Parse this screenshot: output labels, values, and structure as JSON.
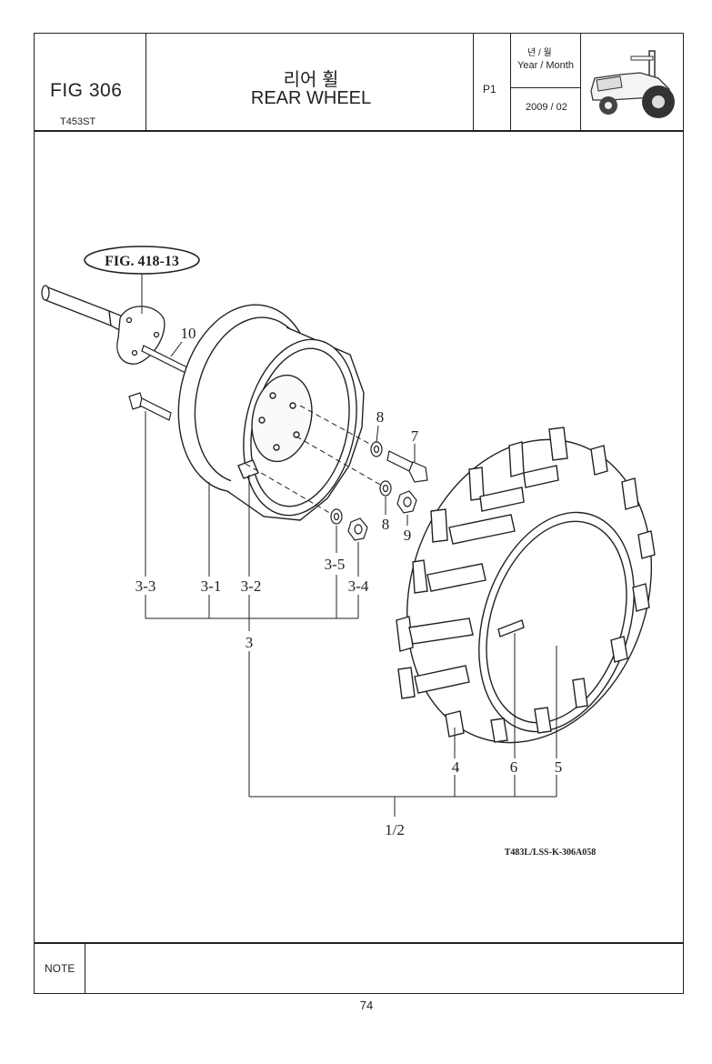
{
  "header": {
    "figure": "FIG 306",
    "model": "T453ST",
    "title_korean": "리어 휠",
    "title_english": "REAR WHEEL",
    "page_code": "P1",
    "year_month_korean": "년 / 월",
    "year_month_english": "Year / Month",
    "date": "2009 / 02"
  },
  "diagram": {
    "reference": "FIG. 418-13",
    "drawing_code": "T483L/LSS-K-306A058",
    "callouts": {
      "c10": "10",
      "c8a": "8",
      "c7": "7",
      "c8b": "8",
      "c9": "9",
      "c35": "3-5",
      "c33": "3-3",
      "c31": "3-1",
      "c32": "3-2",
      "c34": "3-4",
      "c3": "3",
      "c4": "4",
      "c6": "6",
      "c5": "5",
      "c12": "1/2"
    }
  },
  "footer": {
    "note_label": "NOTE",
    "page_number": "74"
  }
}
